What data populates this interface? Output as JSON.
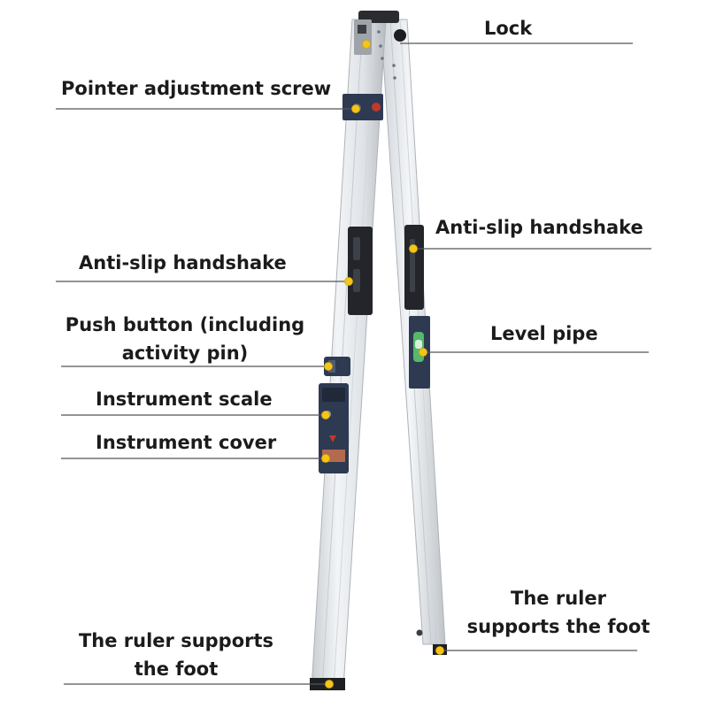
{
  "callouts": {
    "lock": "Lock",
    "pointer_screw": "Pointer adjustment screw",
    "antislip_right": "Anti-slip handshake",
    "antislip_left": "Anti-slip handshake",
    "push_button_line1": "Push button (including",
    "push_button_line2": "activity pin)",
    "level_pipe": "Level pipe",
    "instrument_scale": "Instrument scale",
    "instrument_cover": "Instrument cover",
    "foot_right_line1": "The ruler",
    "foot_right_line2": "supports the foot",
    "foot_left_line1": "The ruler supports",
    "foot_left_line2": "the foot"
  },
  "colors": {
    "aluminium": "#e4e7ea",
    "aluminium_edge": "#b9bec3",
    "module_blue": "#2e3a52",
    "marker_yellow": "#f5c518",
    "leader_line": "#555555"
  }
}
